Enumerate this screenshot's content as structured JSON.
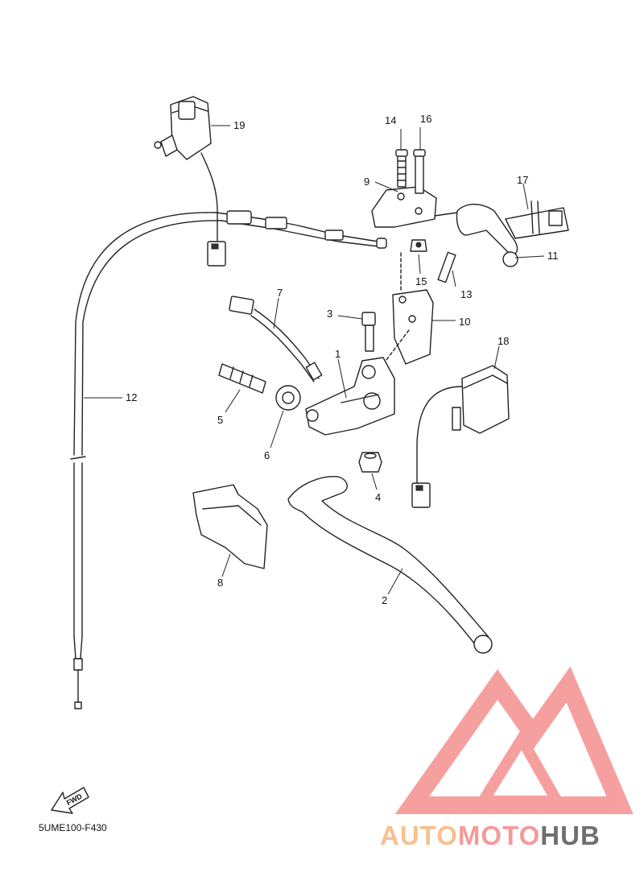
{
  "diagram": {
    "part_numbers": [
      "1",
      "2",
      "3",
      "4",
      "5",
      "6",
      "7",
      "8",
      "9",
      "10",
      "11",
      "12",
      "13",
      "14",
      "15",
      "16",
      "17",
      "18",
      "19"
    ],
    "fwd_label": "FWD",
    "drawing_code": "5UME100-F430"
  },
  "watermark": {
    "word_1": "AUTO",
    "word_2": "MOTO",
    "word_3": "HUB",
    "colors": {
      "auto": "#f7c08f",
      "moto": "#f59a9a",
      "hub": "#6f6f6f",
      "logo": "#f58f8f"
    }
  }
}
